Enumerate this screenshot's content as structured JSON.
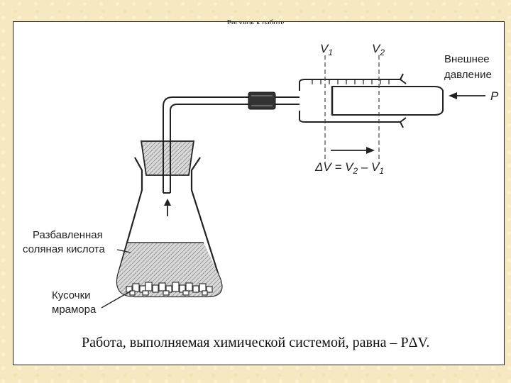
{
  "slide": {
    "title": "Рисунок к работе",
    "caption": "Работа, выполняемая химической системой, равна  – PΔV."
  },
  "labels": {
    "v1": "V",
    "v1_sub": "1",
    "v2": "V",
    "v2_sub": "2",
    "external_pressure_line1": "Внешнее",
    "external_pressure_line2": "давление",
    "pressure_symbol": "P",
    "delta_v": "ΔV = V",
    "delta_v_sub2": "2",
    "delta_v_minus": " – V",
    "delta_v_sub1": "1",
    "acid_line1": "Разбавленная",
    "acid_line2": "соляная кислота",
    "marble_line1": "Кусочки",
    "marble_line2": "мрамора"
  }
}
